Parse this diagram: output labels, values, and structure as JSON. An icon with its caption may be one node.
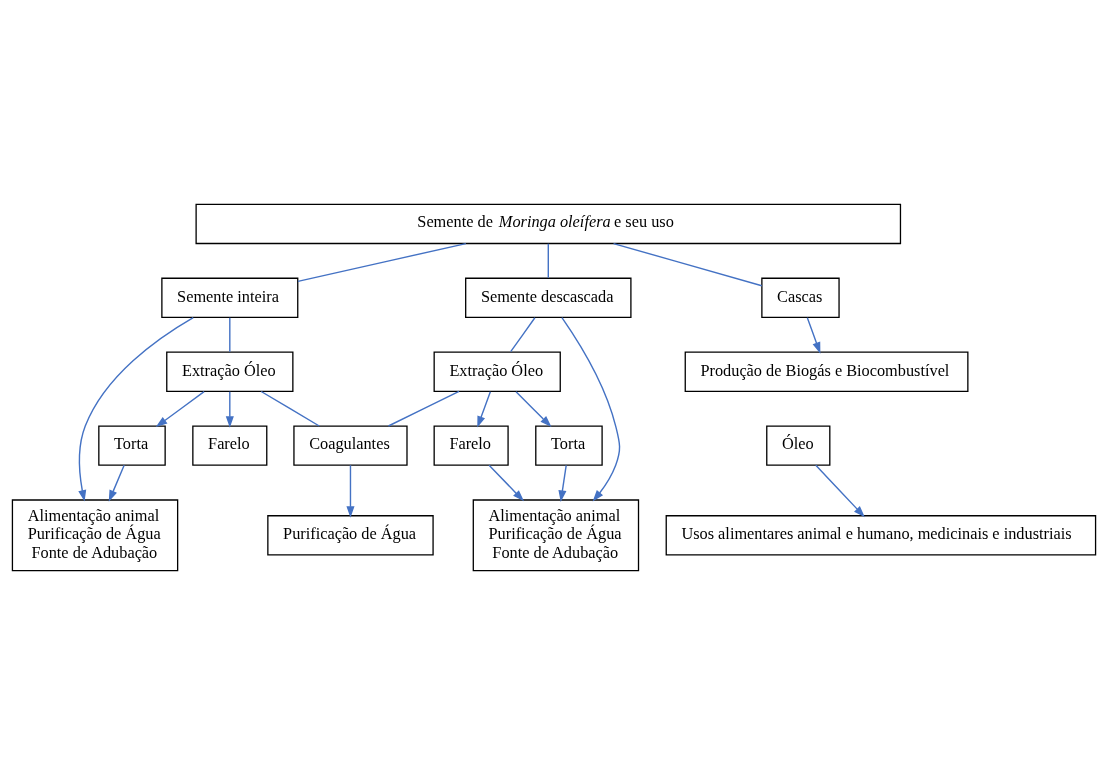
{
  "diagram": {
    "nodes": [
      {
        "text": [
          "Semente de *Moringa oleífera* e seu uso"
        ]
      },
      {
        "text": [
          "Semente inteira"
        ]
      },
      {
        "text": [
          "Semente descascada"
        ]
      },
      {
        "text": [
          "Cascas"
        ]
      },
      {
        "text": [
          "Extração Óleo"
        ]
      },
      {
        "text": [
          "Extração Óleo"
        ]
      },
      {
        "text": [
          "Produção de Biogás e Biocombustível"
        ]
      },
      {
        "text": [
          "Torta"
        ]
      },
      {
        "text": [
          "Farelo"
        ]
      },
      {
        "text": [
          "Torta"
        ]
      },
      {
        "text": [
          "Farelo"
        ]
      },
      {
        "text": [
          "Óleo"
        ]
      },
      {
        "text": [
          "Coagulantes"
        ]
      },
      {
        "text": [
          "Alimentação animal",
          "Purificação de Água",
          "Fonte de Adubação"
        ]
      },
      {
        "text": [
          "Alimentação animal",
          "Purificação de Água",
          "Fonte de Adubação"
        ]
      },
      {
        "text": [
          "Usos alimentares animal e humano, medicinais e industriais"
        ]
      },
      {
        "text": [
          "Purificação de Água"
        ]
      }
    ],
    "edges": [
      {
        "from": 0,
        "to": 1,
        "arrow": "none"
      },
      {
        "from": 0,
        "to": 2,
        "arrow": "none"
      },
      {
        "from": 0,
        "to": 3,
        "arrow": "none"
      },
      {
        "from": 1,
        "to": 13,
        "arrow": "to"
      },
      {
        "from": 2,
        "to": 14,
        "arrow": "to"
      },
      {
        "from": 3,
        "to": 6,
        "arrow": "to"
      },
      {
        "from": 1,
        "to": 4,
        "arrow": "none"
      },
      {
        "from": 2,
        "to": 5,
        "arrow": "none"
      },
      {
        "from": 4,
        "to": 7,
        "arrow": "to"
      },
      {
        "from": 4,
        "to": 8,
        "arrow": "to"
      },
      {
        "from": 5,
        "to": 9,
        "arrow": "to"
      },
      {
        "from": 5,
        "to": 10,
        "arrow": "to"
      },
      {
        "from": 4,
        "to": 12,
        "arrow": "none"
      },
      {
        "from": 5,
        "to": 12,
        "arrow": "none"
      },
      {
        "from": 7,
        "to": 13,
        "arrow": "to"
      },
      {
        "from": 9,
        "to": 14,
        "arrow": "to"
      },
      {
        "from": 10,
        "to": 14,
        "arrow": "to"
      },
      {
        "from": 11,
        "to": 15,
        "arrow": "to"
      },
      {
        "from": 12,
        "to": 16,
        "arrow": "to"
      }
    ]
  }
}
